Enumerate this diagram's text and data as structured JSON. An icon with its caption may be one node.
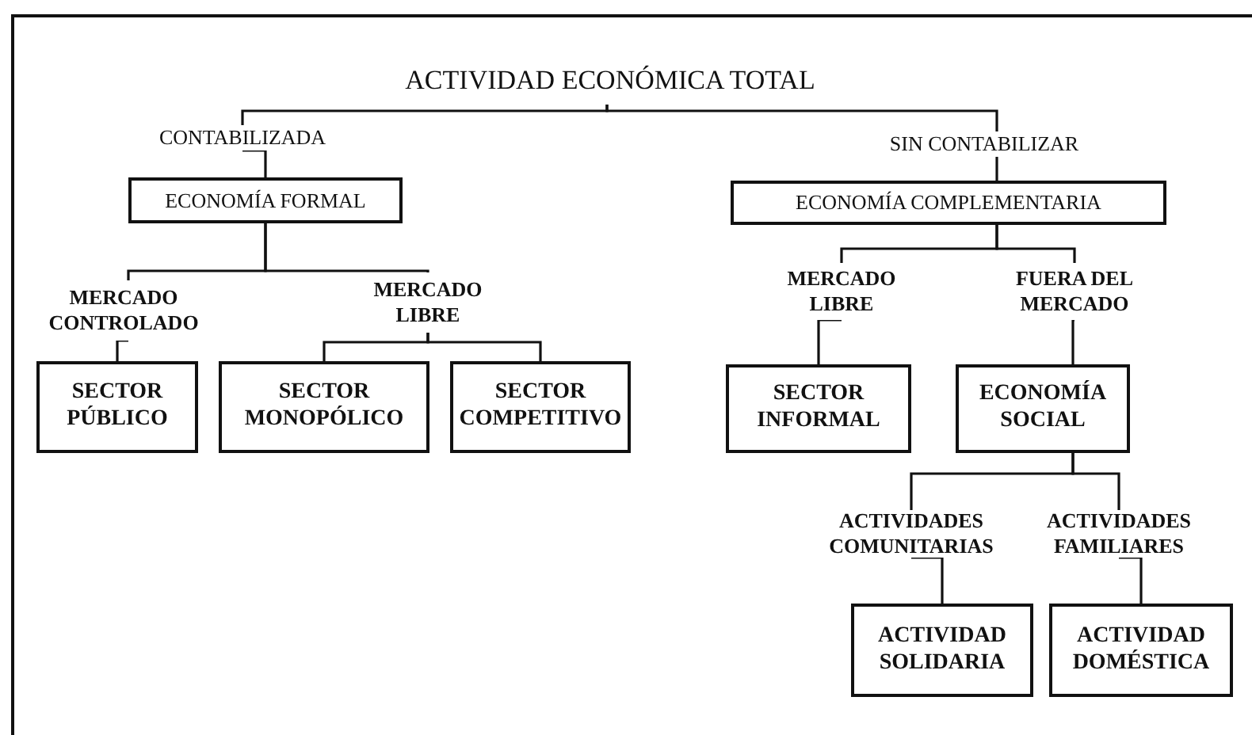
{
  "diagram": {
    "nodes": [
      {
        "text": [
          "ACTIVIDAD ECONÓMICA TOTAL"
        ]
      },
      {
        "text": [
          "CONTABILIZADA"
        ]
      },
      {
        "text": [
          "SIN CONTABILIZAR"
        ]
      },
      {
        "text": [
          "ECONOMÍA FORMAL"
        ]
      },
      {
        "text": [
          "ECONOMÍA COMPLEMENTARIA"
        ]
      },
      {
        "text": [
          "MERCADO CONTROLADO"
        ]
      },
      {
        "text": [
          "MERCADO LIBRE"
        ]
      },
      {
        "text": [
          "MERCADO LIBRE"
        ]
      },
      {
        "text": [
          "FUERA DEL MERCADO"
        ]
      },
      {
        "text": [
          "SECTOR PÚBLICO"
        ]
      },
      {
        "text": [
          "SECTOR MONOPÓLICO"
        ]
      },
      {
        "text": [
          "SECTOR COMPETITIVO"
        ]
      },
      {
        "text": [
          "SECTOR INFORMAL"
        ]
      },
      {
        "text": [
          "ECONOMÍA SOCIAL"
        ]
      },
      {
        "text": [
          "ACTIVIDADES COMUNITARIAS"
        ]
      },
      {
        "text": [
          "ACTIVIDADES FAMILIARES"
        ]
      },
      {
        "text": [
          "ACTIVIDAD SOLIDARIA"
        ]
      },
      {
        "text": [
          "ACTIVIDAD DOMÉSTICA"
        ]
      }
    ],
    "edges": [
      {
        "from": 0,
        "to": 1,
        "arrow": "none"
      },
      {
        "from": 0,
        "to": 2,
        "arrow": "none"
      },
      {
        "from": 1,
        "to": 3,
        "arrow": "none"
      },
      {
        "from": 2,
        "to": 4,
        "arrow": "none"
      },
      {
        "from": 3,
        "to": 5,
        "arrow": "none"
      },
      {
        "from": 3,
        "to": 6,
        "arrow": "none"
      },
      {
        "from": 4,
        "to": 7,
        "arrow": "none"
      },
      {
        "from": 4,
        "to": 8,
        "arrow": "none"
      },
      {
        "from": 5,
        "to": 9,
        "arrow": "none"
      },
      {
        "from": 6,
        "to": 10,
        "arrow": "none"
      },
      {
        "from": 6,
        "to": 11,
        "arrow": "none"
      },
      {
        "from": 7,
        "to": 12,
        "arrow": "none"
      },
      {
        "from": 8,
        "to": 13,
        "arrow": "none"
      },
      {
        "from": 13,
        "to": 14,
        "arrow": "none"
      },
      {
        "from": 13,
        "to": 15,
        "arrow": "none"
      },
      {
        "from": 14,
        "to": 16,
        "arrow": "none"
      },
      {
        "from": 15,
        "to": 17,
        "arrow": "none"
      }
    ]
  }
}
